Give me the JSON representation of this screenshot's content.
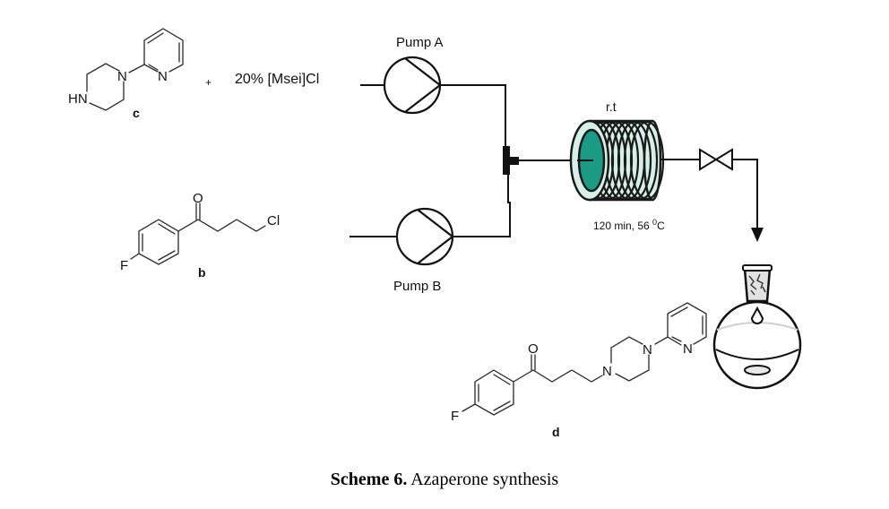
{
  "reagents": {
    "plus": "+",
    "catalyst": "20% [Msei]Cl"
  },
  "compounds": {
    "c": {
      "label": "c",
      "atoms": {
        "hn": "HN",
        "n_pip": "N",
        "n_py": "N"
      }
    },
    "b": {
      "label": "b",
      "atoms": {
        "o": "O",
        "cl": "Cl",
        "f": "F"
      }
    },
    "d": {
      "label": "d",
      "atoms": {
        "o": "O",
        "f": "F",
        "n1": "N",
        "n2": "N",
        "n_py": "N"
      }
    }
  },
  "flow": {
    "pump_a": "Pump A",
    "pump_b": "Pump B",
    "reactor_label": "r.t",
    "conditions_prefix": "120 min, 56 ",
    "conditions_degree": "0",
    "conditions_unit": "C"
  },
  "colors": {
    "reactor_inner": "#1b9a84",
    "reactor_coil": "#d6efe9",
    "line": "#111111"
  },
  "caption": {
    "bold": "Scheme 6.",
    "text": " Azaperone synthesis"
  }
}
